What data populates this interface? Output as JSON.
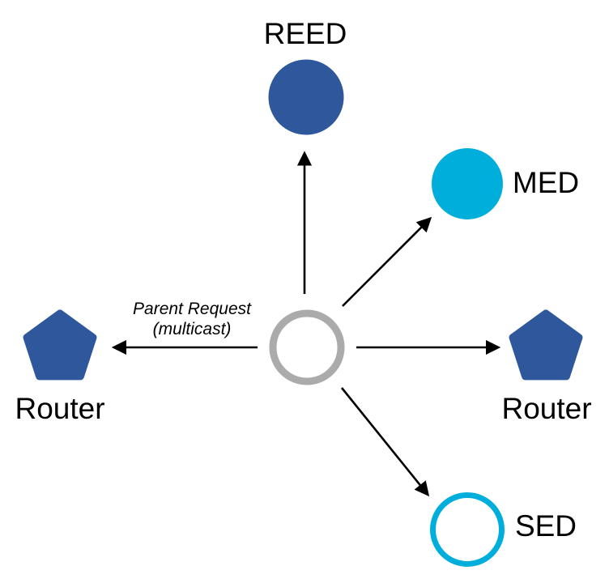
{
  "colors": {
    "blue": "#2E579C",
    "cyan": "#00AEDC",
    "gray": "#ABABAB",
    "black": "#000000",
    "white": "#FFFFFF"
  },
  "nodes": {
    "reed": {
      "label": "REED",
      "shape": "filled-circle",
      "color": "#2E579C"
    },
    "med": {
      "label": "MED",
      "shape": "filled-circle",
      "color": "#00AEDC"
    },
    "router_left": {
      "label": "Router",
      "shape": "pentagon",
      "color": "#2E579C"
    },
    "router_right": {
      "label": "Router",
      "shape": "pentagon",
      "color": "#2E579C"
    },
    "sed": {
      "label": "SED",
      "shape": "outline-circle",
      "color": "#00AEDC"
    },
    "center": {
      "shape": "outline-circle",
      "color": "#ABABAB"
    }
  },
  "annotation": {
    "line1": "Parent Request",
    "line2": "(multicast)"
  },
  "arrows": {
    "style": "multicast parent request, center node to all neighbors",
    "count": 5,
    "directions": [
      "up-to-reed",
      "upper-right-to-med",
      "right-to-router",
      "left-to-router",
      "lower-right-to-sed"
    ]
  }
}
